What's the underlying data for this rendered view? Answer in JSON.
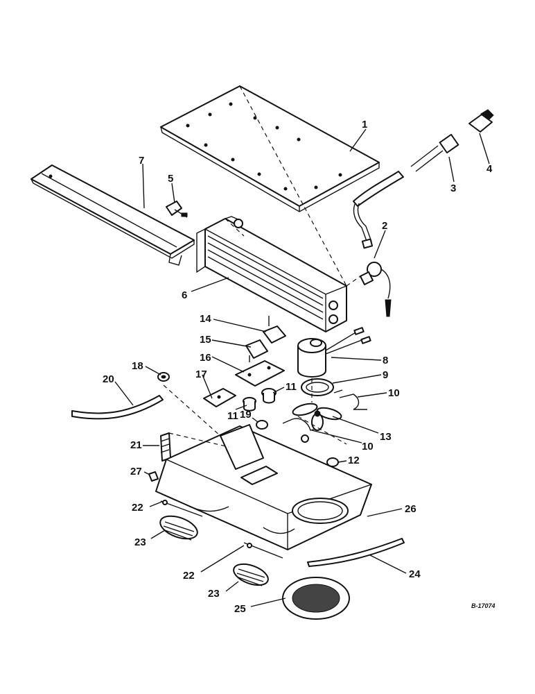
{
  "drawing_number": "B-17074",
  "callouts": [
    {
      "id": "c1",
      "text": "1"
    },
    {
      "id": "c2",
      "text": "2"
    },
    {
      "id": "c3",
      "text": "3"
    },
    {
      "id": "c4",
      "text": "4"
    },
    {
      "id": "c5",
      "text": "5"
    },
    {
      "id": "c6",
      "text": "6"
    },
    {
      "id": "c7",
      "text": "7"
    },
    {
      "id": "c8",
      "text": "8"
    },
    {
      "id": "c9",
      "text": "9"
    },
    {
      "id": "c10a",
      "text": "10"
    },
    {
      "id": "c10b",
      "text": "10"
    },
    {
      "id": "c11a",
      "text": "11"
    },
    {
      "id": "c11b",
      "text": "11"
    },
    {
      "id": "c12",
      "text": "12"
    },
    {
      "id": "c13",
      "text": "13"
    },
    {
      "id": "c14",
      "text": "14"
    },
    {
      "id": "c15",
      "text": "15"
    },
    {
      "id": "c16",
      "text": "16"
    },
    {
      "id": "c17",
      "text": "17"
    },
    {
      "id": "c18",
      "text": "18"
    },
    {
      "id": "c19",
      "text": "19"
    },
    {
      "id": "c20",
      "text": "20"
    },
    {
      "id": "c21",
      "text": "21"
    },
    {
      "id": "c22a",
      "text": "22"
    },
    {
      "id": "c22b",
      "text": "22"
    },
    {
      "id": "c23a",
      "text": "23"
    },
    {
      "id": "c23b",
      "text": "23"
    },
    {
      "id": "c24",
      "text": "24"
    },
    {
      "id": "c25",
      "text": "25"
    },
    {
      "id": "c26",
      "text": "26"
    },
    {
      "id": "c27",
      "text": "27"
    }
  ]
}
